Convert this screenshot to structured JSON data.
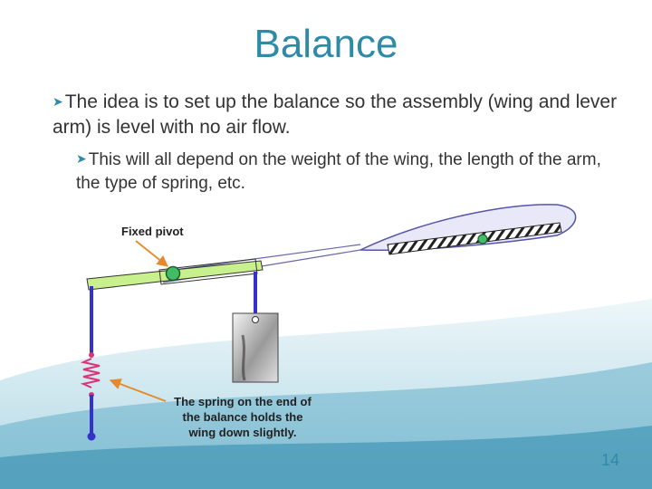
{
  "slide": {
    "title": "Balance",
    "page_number": "14"
  },
  "bullets": [
    {
      "text": "The idea is to set up the balance so the assembly (wing and lever arm) is level with no air flow."
    },
    {
      "text": "This will all depend on the weight of the wing, the length of the arm, the type of spring, etc."
    }
  ],
  "diagram": {
    "labels": {
      "fixed_pivot": "Fixed pivot",
      "spring_line1": "The spring on the end of",
      "spring_line2": "the balance holds the",
      "spring_line3": "wing down slightly."
    },
    "icons": {
      "bullet": "arrow-bullet-icon",
      "pivot": "pivot-circle-icon",
      "spring": "coil-spring-icon",
      "weight": "hanging-weight-icon"
    },
    "colors": {
      "lever": "#c8f08c",
      "rod": "#3333cc",
      "wing": "#e8e8f8",
      "pivot": "#44bb66",
      "spring": "#dd3377",
      "arrow": "#e58a2a",
      "accent": "#2e8aa6"
    }
  }
}
